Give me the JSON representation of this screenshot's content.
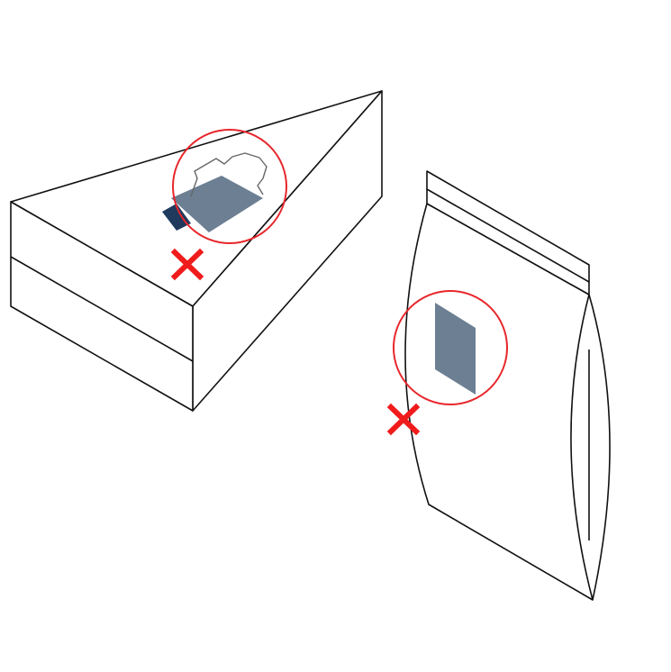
{
  "figures": [
    {
      "id": "cake-slice",
      "object": "cake-slice-box",
      "callout": "label-placement-circle",
      "marker": "wrong-position-cross"
    },
    {
      "id": "pouch",
      "object": "stand-up-zipper-pouch",
      "callout": "label-placement-circle",
      "marker": "wrong-position-cross"
    }
  ],
  "colors": {
    "outline": "#111111",
    "label_fill": "#6c7f93",
    "label_shadow": "#1f3a5c",
    "highlight_circle": "#e8262b",
    "cross": "#f01b1b",
    "background": "#ffffff"
  },
  "icons": {
    "cross": "x-mark-icon",
    "circle": "highlight-circle-icon"
  }
}
